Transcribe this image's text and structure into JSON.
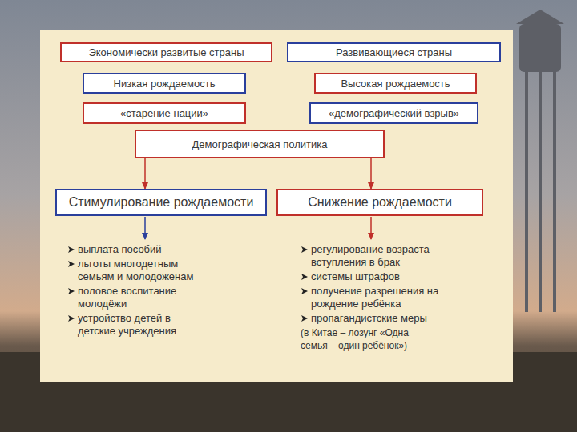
{
  "diagram": {
    "nodes": [
      {
        "text": [
          "Экономически развитые страны"
        ]
      },
      {
        "text": [
          "Развивающиеся страны"
        ]
      },
      {
        "text": [
          "Низкая рождаемость"
        ]
      },
      {
        "text": [
          "Высокая рождаемость"
        ]
      },
      {
        "text": [
          "«старение нации»"
        ]
      },
      {
        "text": [
          "«демографический взрыв»"
        ]
      },
      {
        "text": [
          "Демографическая политика"
        ]
      },
      {
        "text": [
          "Стимулирование рождаемости"
        ]
      },
      {
        "text": [
          "Снижение рождаемости"
        ]
      }
    ],
    "edges": [
      {
        "from": 6,
        "to": 7,
        "arrow": "to"
      },
      {
        "from": 6,
        "to": 8,
        "arrow": "to"
      }
    ],
    "labels": [
      "выплата пособий",
      "льготы многодетным семьям и молодоженам",
      "половое воспитание молодёжи",
      "устройство детей в детские учреждения",
      "регулирование возраста вступления в брак",
      "системы штрафов",
      "получение разрешения на рождение ребёнка",
      "пропагандистские меры",
      "(в Китае – лозунг «Одна семья – один ребёнок»)"
    ]
  }
}
